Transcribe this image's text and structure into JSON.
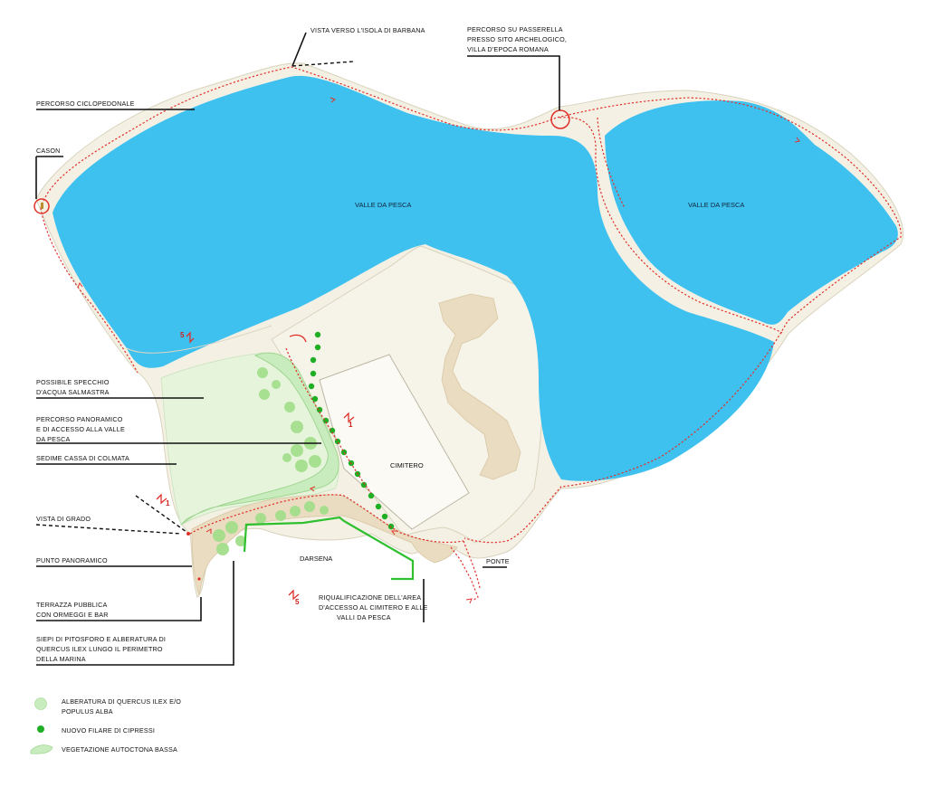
{
  "colors": {
    "water": "#3fc1f0",
    "land": "#f4f1e4",
    "sand": "#eadcc0",
    "route": "#e0302a",
    "light_green": "#c9ecbe",
    "tree_light": "#a3df8c",
    "cypress": "#1fae24",
    "hedge": "#2fbf2f"
  },
  "water_labels": {
    "valle1": "VALLE DA PESCA",
    "valle2": "VALLE DA PESCA",
    "cimitero": "CIMITERO",
    "darsena": "DARSENA"
  },
  "callouts": {
    "vista_barbana": "VISTA  VERSO L'ISOLA DI BARBANA",
    "passerella": [
      "PERCORSO SU PASSERELLA",
      "PRESSO SITO ARCHELOGICO,",
      "VILLA  D'EPOCA ROMANA"
    ],
    "ciclopedonale": "PERCORSO CICLOPEDONALE",
    "cason": "CASON",
    "specchio": [
      "POSSIBILE SPECCHIO",
      "D'ACQUA SALMASTRA"
    ],
    "panoramico": [
      "PERCORSO PANORAMICO",
      "E DI ACCESSO ALLA VALLE",
      "DA PESCA"
    ],
    "colmata": "SEDIME CASSA DI COLMATA",
    "vista_grado": "VISTA  DI GRADO",
    "punto_panoramico": "PUNTO PANORAMICO",
    "terrazza": [
      "TERRAZZA PUBBLICA",
      "CON ORMEGGI E BAR"
    ],
    "siepi": [
      "SIEPI  DI PITOSFORO E ALBERATURA DI",
      "QUERCUS ILEX LUNGO IL PERIMETRO",
      "DELLA MARINA"
    ],
    "ponte": "PONTE",
    "riqualificazione": [
      "RIQUALIFICAZIONE DELL'AREA",
      "D'ACCESSO AL CIMITERO E ALLE",
      "VALLI DA PESCA"
    ]
  },
  "section_marks": [
    "5",
    "1",
    "1",
    "5"
  ],
  "legend": [
    {
      "label": [
        "ALBERATURA DI QUERCUS ILEX E/O",
        "POPULUS ALBA"
      ],
      "symbol": "light-tree-icon"
    },
    {
      "label": [
        "NUOVO FILARE DI CIPRESSI"
      ],
      "symbol": "cypress-icon"
    },
    {
      "label": [
        "VEGETAZIONE AUTOCTONA BASSA"
      ],
      "symbol": "low-vegetation-icon"
    }
  ]
}
